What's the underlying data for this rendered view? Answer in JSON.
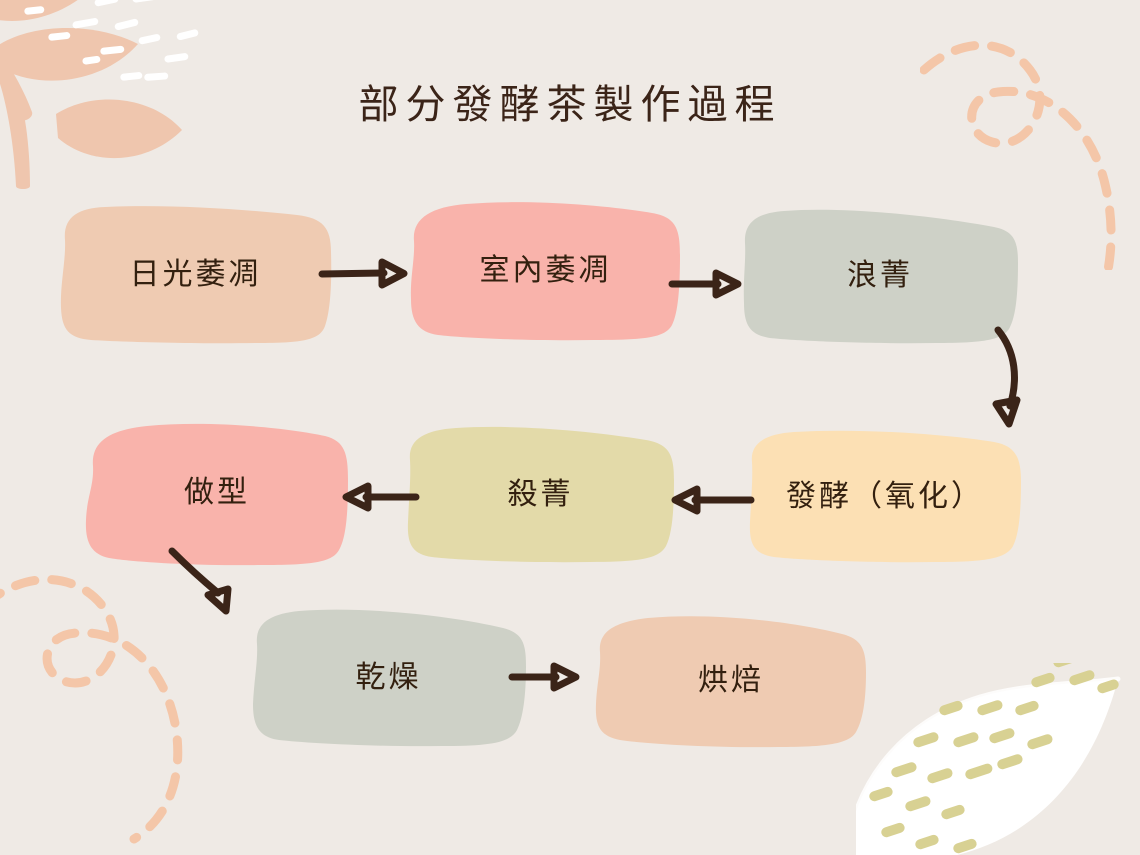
{
  "page": {
    "title": "部分發酵茶製作過程",
    "background_color": "#EFEAE5",
    "text_color": "#33200F",
    "arrow_color": "#3B2418"
  },
  "flowchart": {
    "nodes": [
      {
        "id": "sun-withering",
        "label": "日光萎凋",
        "color": "#EFCBB2",
        "row": 1,
        "order": 1
      },
      {
        "id": "indoor-withering",
        "label": "室內萎凋",
        "color": "#F9B3AB",
        "row": 1,
        "order": 2
      },
      {
        "id": "tossing",
        "label": "浪菁",
        "color": "#CED1C7",
        "row": 1,
        "order": 3
      },
      {
        "id": "fermentation",
        "label": "發酵（氧化）",
        "color": "#FCE0B4",
        "row": 2,
        "order": 1
      },
      {
        "id": "fixation",
        "label": "殺菁",
        "color": "#E3DAA9",
        "row": 2,
        "order": 2
      },
      {
        "id": "shaping",
        "label": "做型",
        "color": "#F9B3AB",
        "row": 2,
        "order": 3
      },
      {
        "id": "drying",
        "label": "乾燥",
        "color": "#CED1C7",
        "row": 3,
        "order": 1
      },
      {
        "id": "roasting",
        "label": "烘焙",
        "color": "#EFCBB2",
        "row": 3,
        "order": 2
      }
    ],
    "connections": [
      {
        "id": "arrow-1",
        "from": "sun-withering",
        "to": "indoor-withering",
        "style": "straight",
        "direction": "right"
      },
      {
        "id": "arrow-2",
        "from": "indoor-withering",
        "to": "tossing",
        "style": "straight",
        "direction": "right"
      },
      {
        "id": "arrow-3",
        "from": "tossing",
        "to": "fermentation",
        "style": "curved",
        "direction": "down"
      },
      {
        "id": "arrow-4",
        "from": "fermentation",
        "to": "fixation",
        "style": "straight",
        "direction": "left"
      },
      {
        "id": "arrow-5",
        "from": "fixation",
        "to": "shaping",
        "style": "straight",
        "direction": "left"
      },
      {
        "id": "arrow-6",
        "from": "shaping",
        "to": "drying",
        "style": "curved",
        "direction": "down-right"
      },
      {
        "id": "arrow-7",
        "from": "drying",
        "to": "roasting",
        "style": "straight",
        "direction": "right"
      }
    ]
  },
  "decorations": [
    {
      "id": "leaf-branch",
      "name": "leaf-branch-decoration",
      "position": "top-left",
      "color": "#EFC6AE"
    },
    {
      "id": "dash-top-right",
      "name": "dashed-swirl-decoration",
      "position": "top-right",
      "color": "#F4C6A8"
    },
    {
      "id": "dash-bottom-left",
      "name": "dashed-swirl-decoration",
      "position": "bottom-left",
      "color": "#F4C6A8"
    },
    {
      "id": "white-leaf",
      "name": "white-leaf-decoration",
      "position": "bottom-right",
      "color": "#FFFFFF",
      "accent_color": "#D8D193"
    }
  ]
}
